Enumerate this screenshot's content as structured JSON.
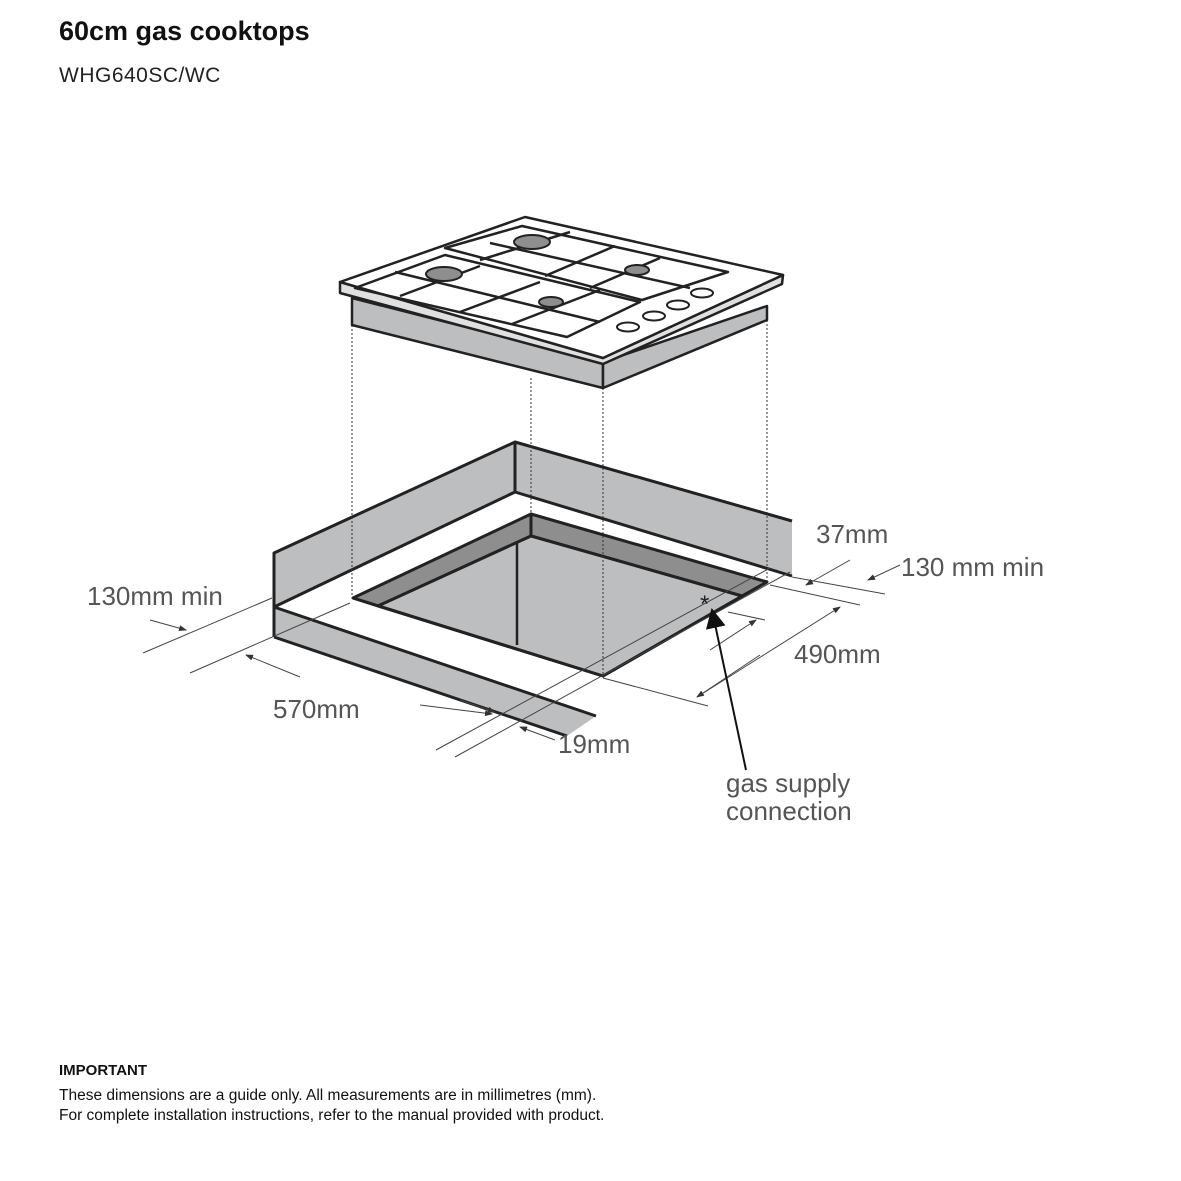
{
  "header": {
    "title": "60cm gas cooktops",
    "model": "WHG640SC/WC"
  },
  "diagram": {
    "labels": {
      "dim_37": "37mm",
      "dim_130_right": "130 mm min",
      "dim_490": "490mm",
      "dim_570": "570mm",
      "dim_19": "19mm",
      "dim_130_left": "130mm min",
      "gas_line1": "gas supply",
      "gas_line2": "connection"
    },
    "colors": {
      "panel": "#bdbebf",
      "panel_dark": "#8e8e8f",
      "outline": "#222222",
      "dim_text": "#555555"
    }
  },
  "footer": {
    "heading": "IMPORTANT",
    "line1": "These dimensions are a guide only. All measurements are in millimetres (mm).",
    "line2": "For complete installation instructions, refer to the manual provided with product."
  }
}
